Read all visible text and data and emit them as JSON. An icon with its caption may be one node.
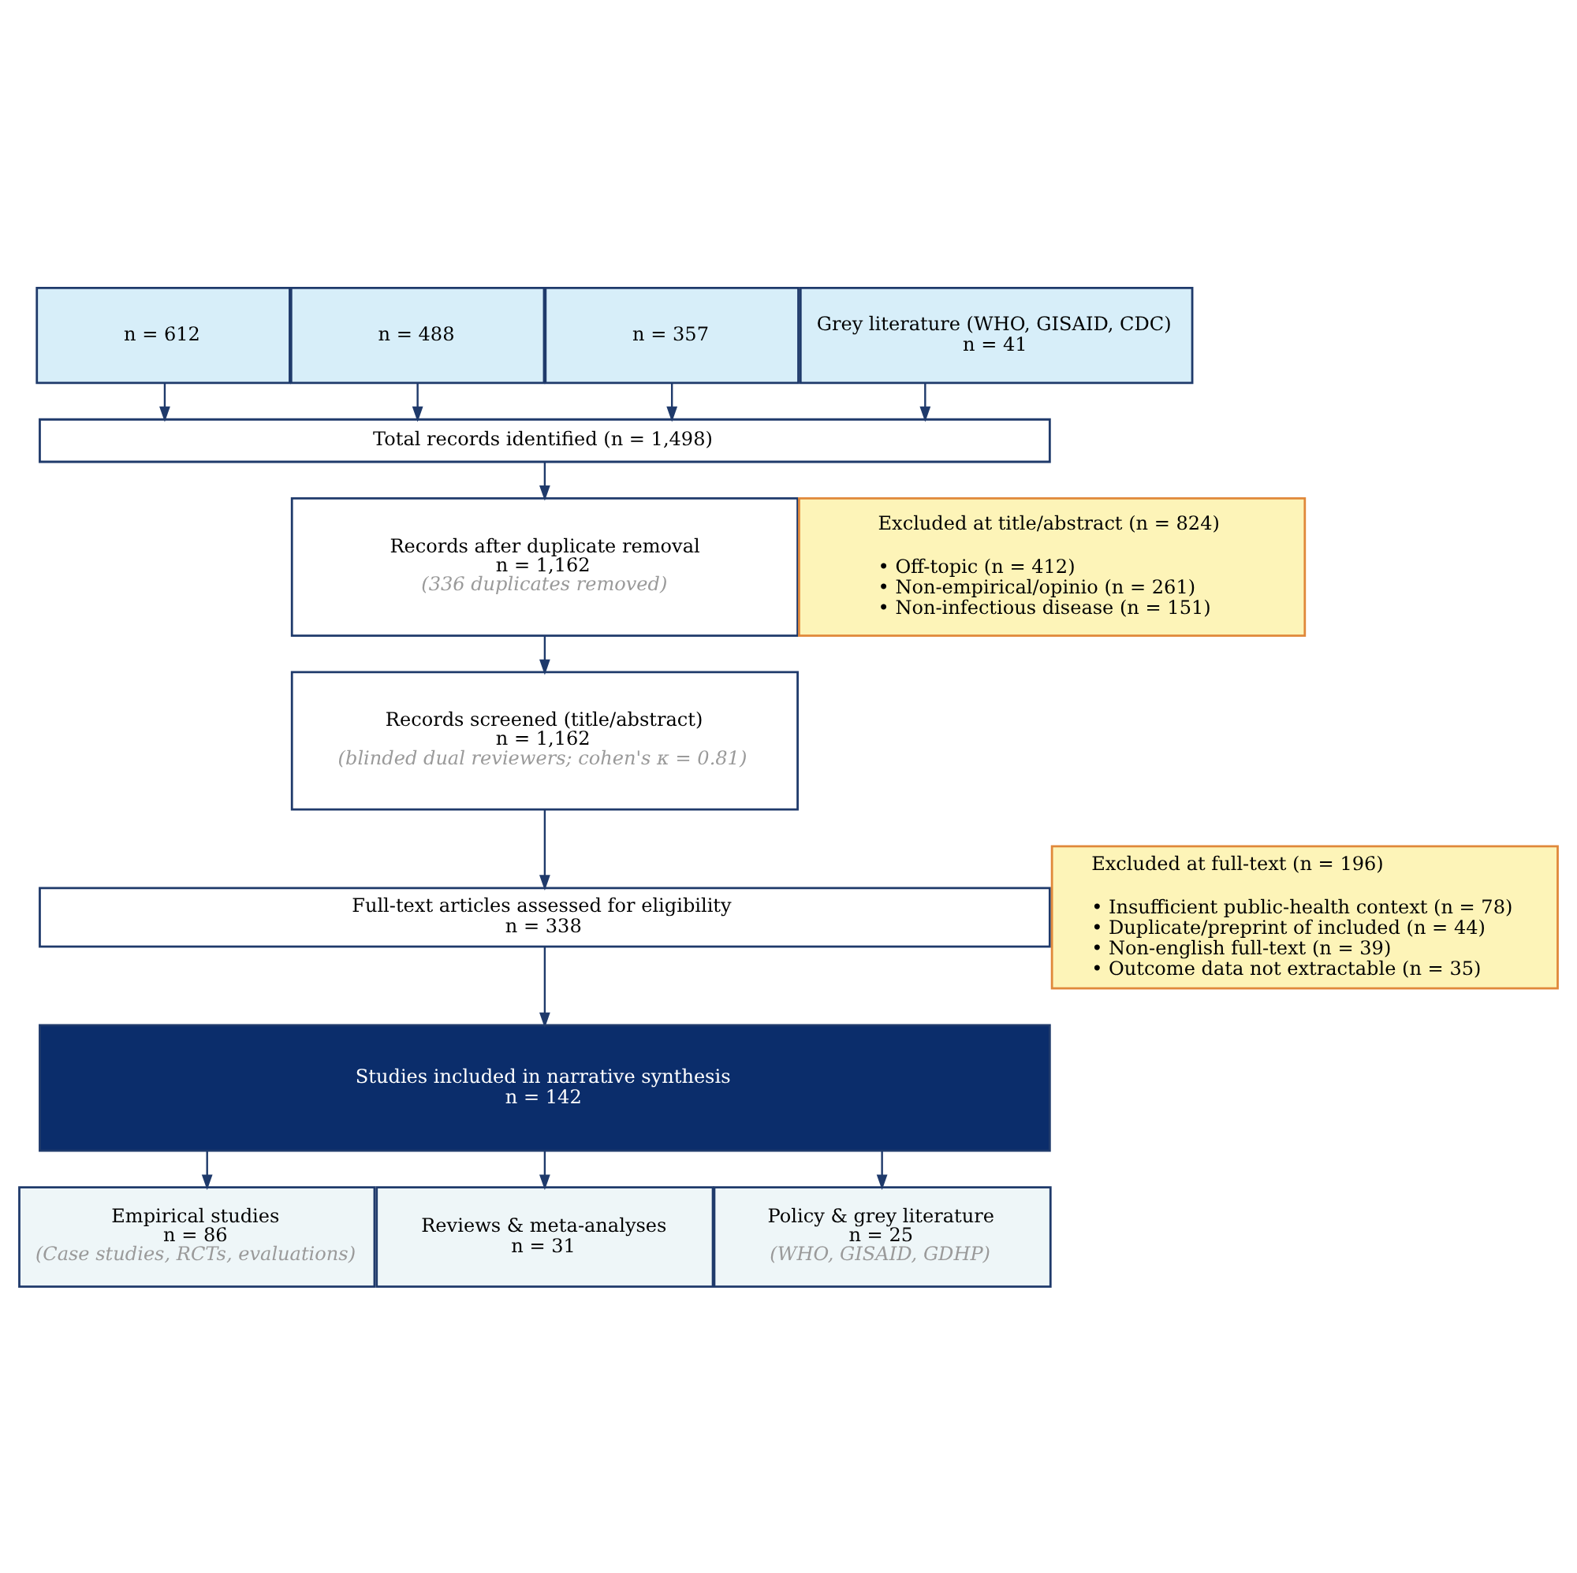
{
  "diagram": {
    "nodes": [
      {
        "text": [
          "n = 612"
        ]
      },
      {
        "text": [
          "n = 488"
        ]
      },
      {
        "text": [
          "n = 357"
        ]
      },
      {
        "text": [
          "Grey literature (WHO, GISAID, CDC)",
          "n = 41"
        ]
      },
      {
        "text": [
          "Total records identified (n = 1,498)"
        ]
      },
      {
        "text": [
          "Records after duplicate removal",
          "n = 1,162",
          "(336 duplicates removed)"
        ]
      },
      {
        "text": [
          "Excluded at title/abstract (n = 824)",
          "• Off-topic (n = 412)",
          "• Non-empirical/opinio (n = 261)",
          "• Non-infectious disease (n = 151)"
        ]
      },
      {
        "text": [
          "Records screened (title/abstract)",
          "n = 1,162",
          "(blinded dual reviewers; cohen's κ = 0.81)"
        ]
      },
      {
        "text": [
          "Full-text articles assessed for eligibility",
          "n = 338"
        ]
      },
      {
        "text": [
          "Excluded at full-text (n = 196)",
          "• Insufficient public-health context (n = 78)",
          "• Duplicate/preprint of included (n = 44)",
          "• Non-english full-text (n = 39)",
          "• Outcome data not extractable (n = 35)"
        ]
      },
      {
        "text": [
          "Studies included in narrative synthesis",
          "n = 142"
        ]
      },
      {
        "text": [
          "Empirical studies",
          "n = 86",
          "(Case studies, RCTs, evaluations)"
        ]
      },
      {
        "text": [
          "Reviews & meta-analyses",
          "n = 31"
        ]
      },
      {
        "text": [
          "Policy & grey literature",
          "n = 25",
          "(WHO, GISAID, GDHP)"
        ]
      }
    ],
    "edges": [
      {
        "from": 0,
        "to": 4,
        "arrow": "to"
      },
      {
        "from": 1,
        "to": 4,
        "arrow": "to"
      },
      {
        "from": 2,
        "to": 4,
        "arrow": "to"
      },
      {
        "from": 3,
        "to": 4,
        "arrow": "to"
      },
      {
        "from": 4,
        "to": 5,
        "arrow": "to"
      },
      {
        "from": 5,
        "to": 7,
        "arrow": "to"
      },
      {
        "from": 7,
        "to": 8,
        "arrow": "to"
      },
      {
        "from": 8,
        "to": 10,
        "arrow": "to"
      },
      {
        "from": 10,
        "to": 11,
        "arrow": "to"
      },
      {
        "from": 10,
        "to": 12,
        "arrow": "to"
      },
      {
        "from": 10,
        "to": 13,
        "arrow": "to"
      }
    ]
  }
}
